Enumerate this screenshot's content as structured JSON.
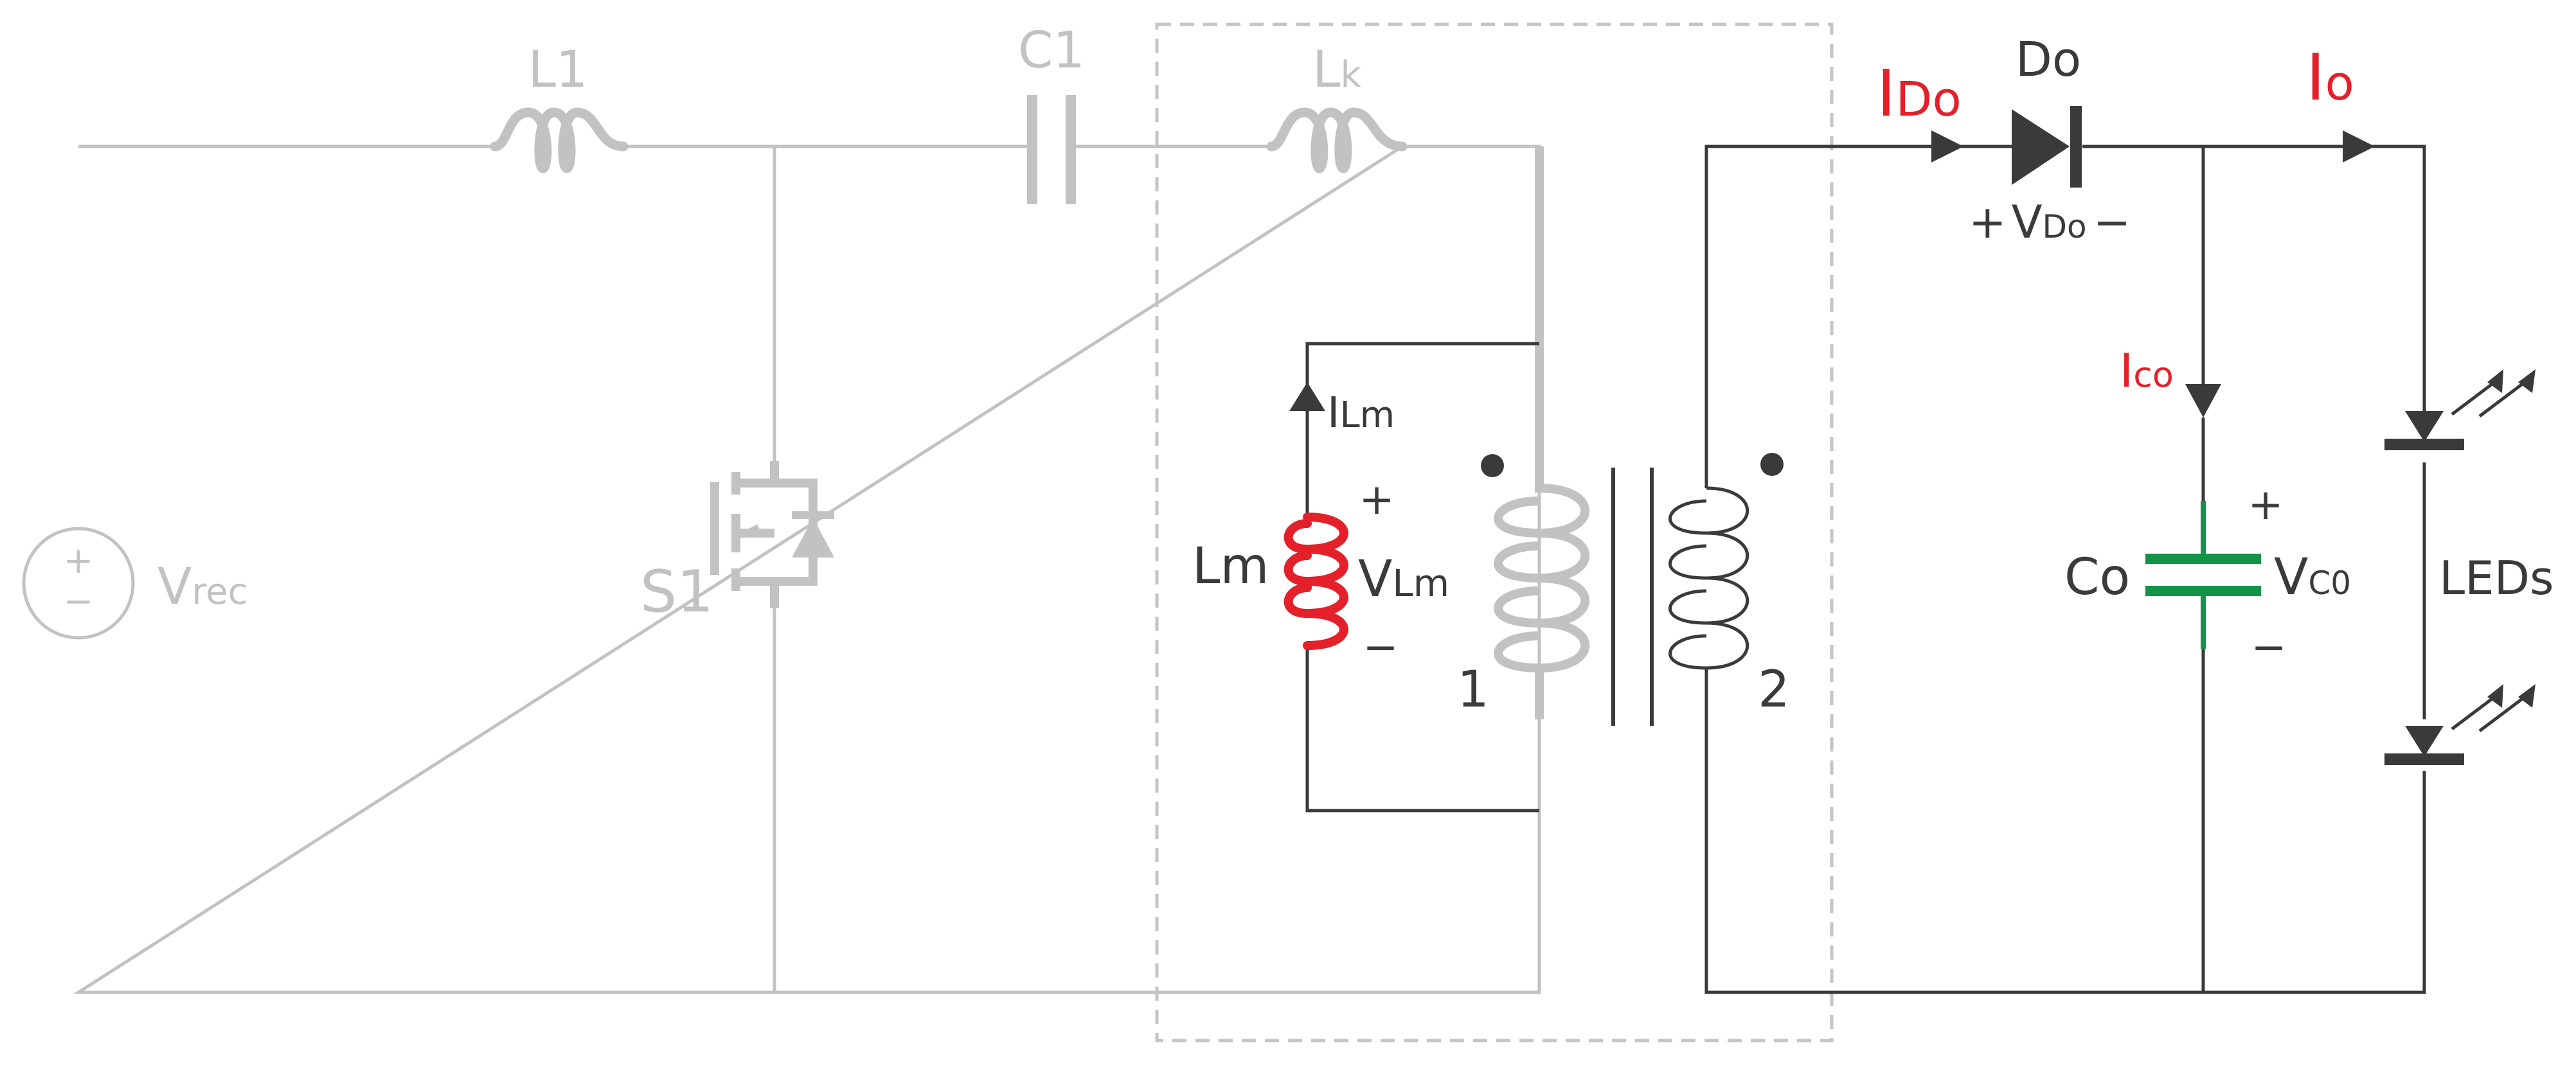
{
  "colors": {
    "faded": "#c2c2c2",
    "dark": "#3a3a3a",
    "red": "#e4202a",
    "green": "#119447",
    "dashed": "#c4c4c4"
  },
  "labels": {
    "vrec_main": "V",
    "vrec_sub": "rec",
    "vrec_plus": "+",
    "vrec_minus": "−",
    "l1": "L1",
    "c1": "C1",
    "lk_main": "L",
    "lk_sub": "k",
    "s1": "S1",
    "ilm_main": "I",
    "ilm_sub": "Lm",
    "lm": "Lm",
    "vlm_main": "V",
    "vlm_sub": "Lm",
    "vlm_plus": "+",
    "vlm_minus": "−",
    "turn1": "1",
    "turn2": "2",
    "ido_main": "I",
    "ido_sub": "Do",
    "do": "Do",
    "vdo_plus": "+",
    "vdo_main": "V",
    "vdo_sub": "Do",
    "vdo_minus": "−",
    "io_main": "I",
    "io_sub": "o",
    "ico_main": "I",
    "ico_sub": "co",
    "co": "Co",
    "vco_main": "V",
    "vco_sub": "C0",
    "vco_plus": "+",
    "vco_minus": "−",
    "leds": "LEDs"
  }
}
